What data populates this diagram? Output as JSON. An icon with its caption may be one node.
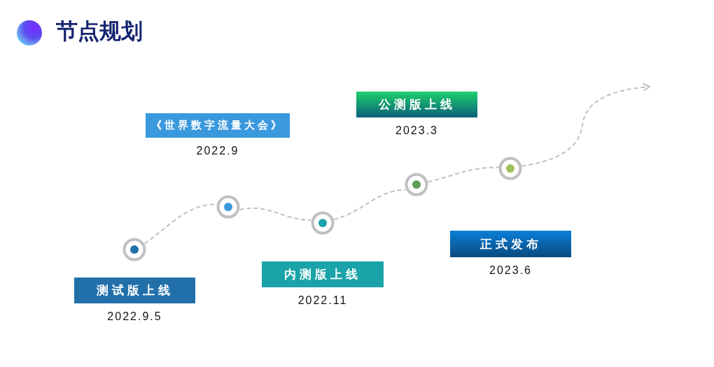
{
  "diagram": {
    "title": "节点规划",
    "nodes": [
      {
        "text": [
          "公测版上线"
        ],
        "beside": [
          "2023.3"
        ]
      },
      {
        "text": [
          "《世界数字流量大会》"
        ],
        "beside": [
          "2022.9"
        ]
      },
      {
        "text": [
          "正式发布"
        ],
        "beside": [
          "2023.6"
        ]
      },
      {
        "text": [
          "内测版上线"
        ],
        "beside": [
          "2022.11"
        ]
      },
      {
        "text": [
          "测试版上线"
        ],
        "beside": [
          "2022.9.5"
        ]
      },
      {
        "text": [],
        "shape": "circle"
      },
      {
        "text": [],
        "shape": "circle"
      },
      {
        "text": [],
        "shape": "circle"
      },
      {
        "text": [],
        "shape": "circle"
      },
      {
        "text": [],
        "shape": "circle"
      }
    ],
    "edges": [
      {
        "from": 5,
        "to": 6,
        "arrow": "none",
        "style": "dashed"
      },
      {
        "from": 6,
        "to": 7,
        "arrow": "none",
        "style": "dashed"
      },
      {
        "from": 7,
        "to": 8,
        "arrow": "none",
        "style": "dashed"
      },
      {
        "from": 8,
        "to": 9,
        "arrow": "none",
        "style": "dashed"
      },
      {
        "from": 9,
        "to": null,
        "arrow": "to",
        "style": "dashed"
      }
    ]
  }
}
